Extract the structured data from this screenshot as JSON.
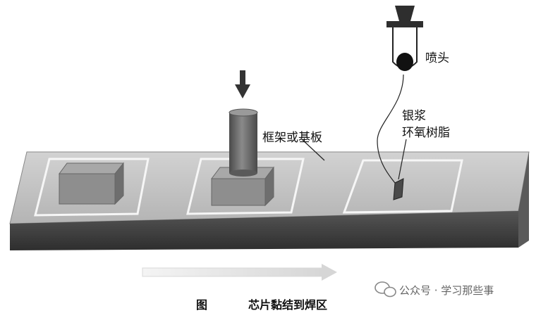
{
  "labels": {
    "nozzle": "喷头",
    "silver_paste": "银浆",
    "epoxy": "环氧树脂",
    "frame_substrate": "框架或基板"
  },
  "caption": {
    "prefix": "图",
    "title": "芯片黏结到焊区"
  },
  "watermark": {
    "text": "公众号 · 学习那些事"
  },
  "colors": {
    "substrate_top": "#c9c9c9",
    "substrate_front": "#3f3f3f",
    "chip": "#8e8e8e",
    "press_cylinder": "#6a6a6a",
    "frame_outline": "#f4f4f4"
  }
}
